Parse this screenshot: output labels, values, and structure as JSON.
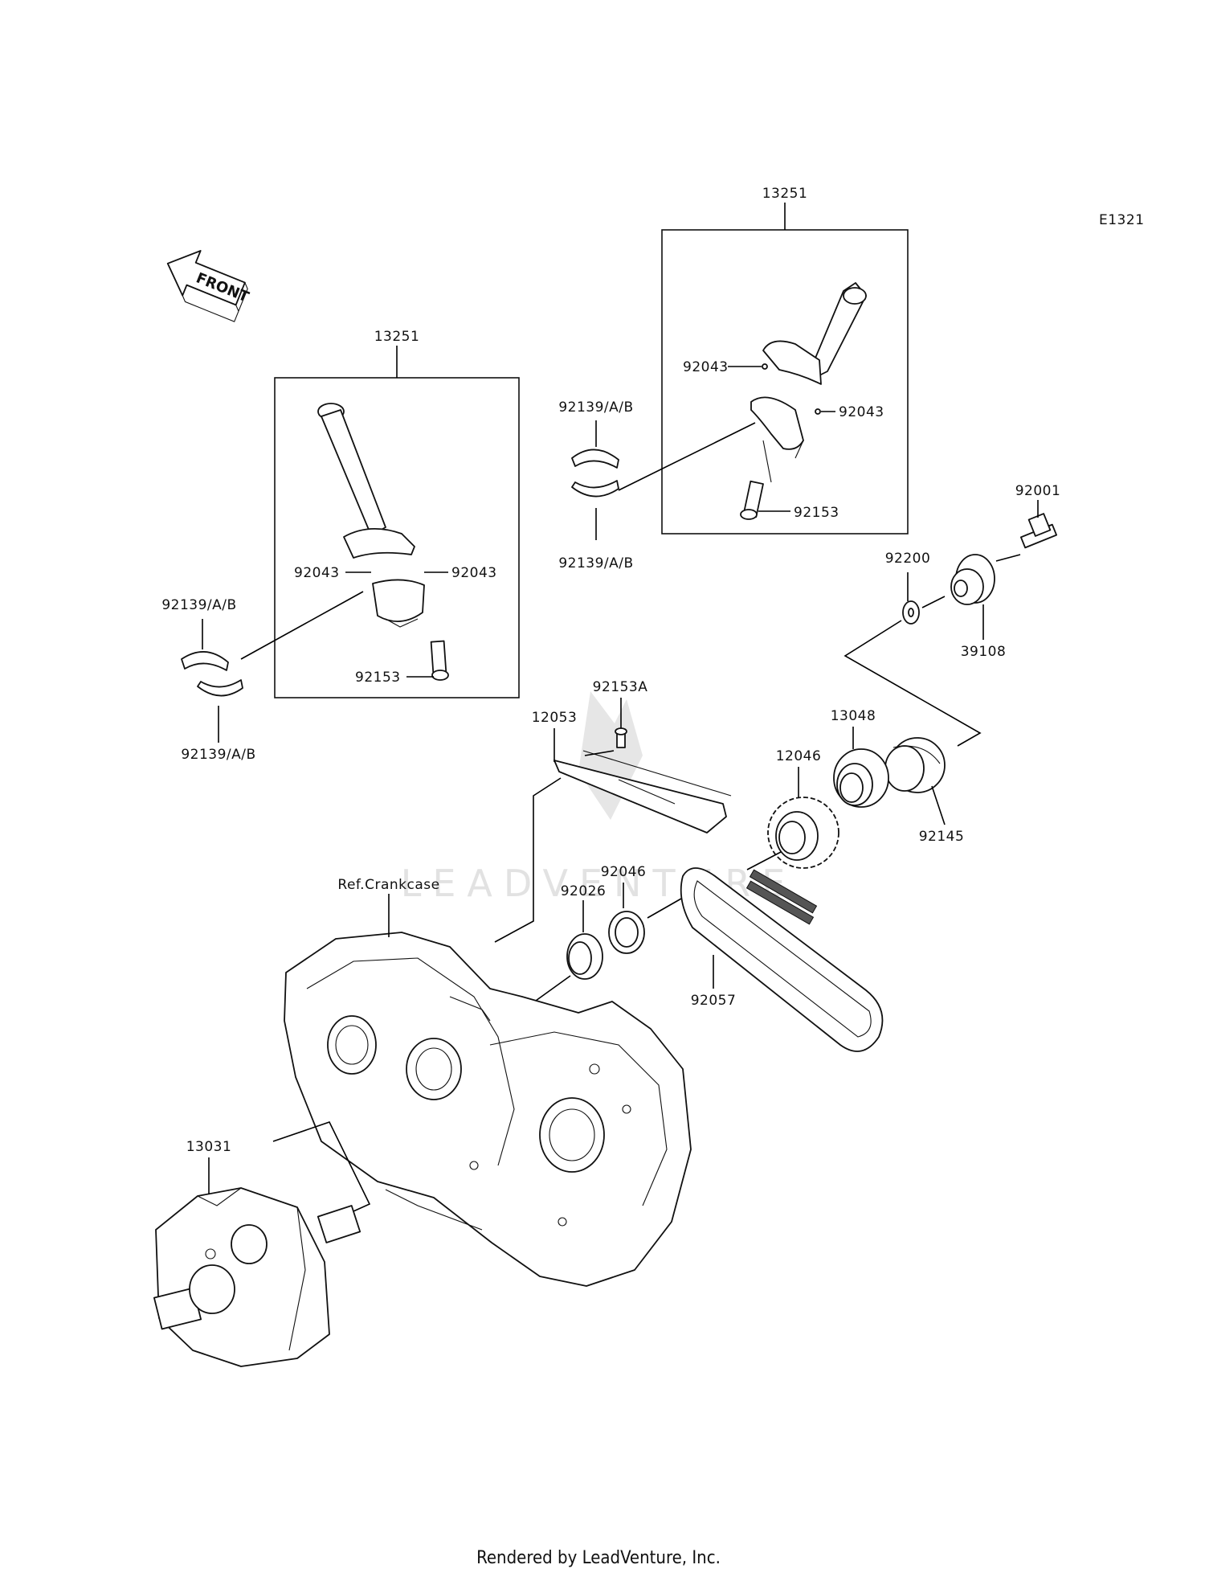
{
  "diagram_code": "E1321",
  "front_label": "FRONT",
  "footer": "Rendered by LeadVenture, Inc.",
  "watermark": "LEADVENTURE",
  "callouts": {
    "conrod_assy_right": "13251",
    "conrod_assy_left": "13251",
    "nut_r_1": "92043",
    "nut_r_2": "92043",
    "bolt_r": "92153",
    "bearing_r_1": "92139/A/B",
    "bearing_r_2": "92139/A/B",
    "nut_l_1": "92043",
    "nut_l_2": "92043",
    "bolt_l": "92153",
    "bearing_l_1": "92139/A/B",
    "bearing_l_2": "92139/A/B",
    "bolt_92001": "92001",
    "washer_92200": "92200",
    "plate_39108": "39108",
    "bolt_92153a": "92153A",
    "guide_12053": "12053",
    "sprocket_12046": "12046",
    "gear_13048": "13048",
    "spring_92145": "92145",
    "ring_92046": "92046",
    "seal_92026": "92026",
    "chain_92057": "92057",
    "ref_crankcase": "Ref.Crankcase",
    "crankshaft_13031": "13031"
  }
}
